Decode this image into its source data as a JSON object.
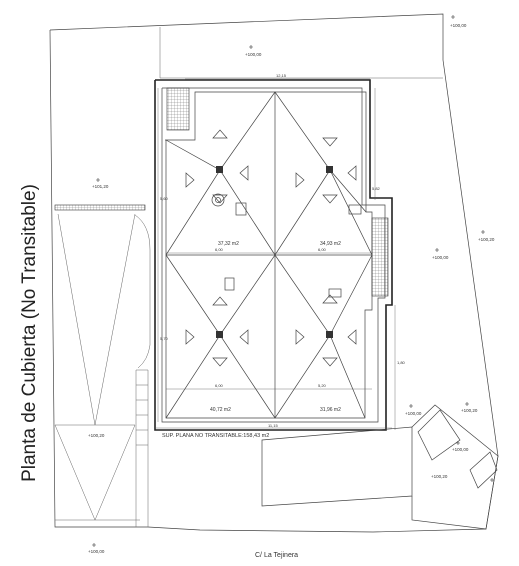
{
  "title": "Planta de Cubierta (No Transitable)",
  "street_label": "C/ La Tejinera",
  "summary_label": "SUP. PLANA NO TRANSITABLE:158,43 m2",
  "area_labels": [
    "37,32 m2",
    "34,93 m2",
    "40,72 m2",
    "31,96 m2"
  ],
  "elevation_labels": [
    "+100,00",
    "+100,00",
    "+101,20",
    "+100,20",
    "+100,00",
    "+100,20",
    "+100,00",
    "+100,20",
    "+100,00",
    "+100,20",
    "+100,00"
  ],
  "dimension_labels": [
    "12,15",
    "6,00",
    "6,00",
    "6,00",
    "5,20",
    "5,60",
    "5,70",
    "5,82",
    "11,15",
    "1,80"
  ]
}
